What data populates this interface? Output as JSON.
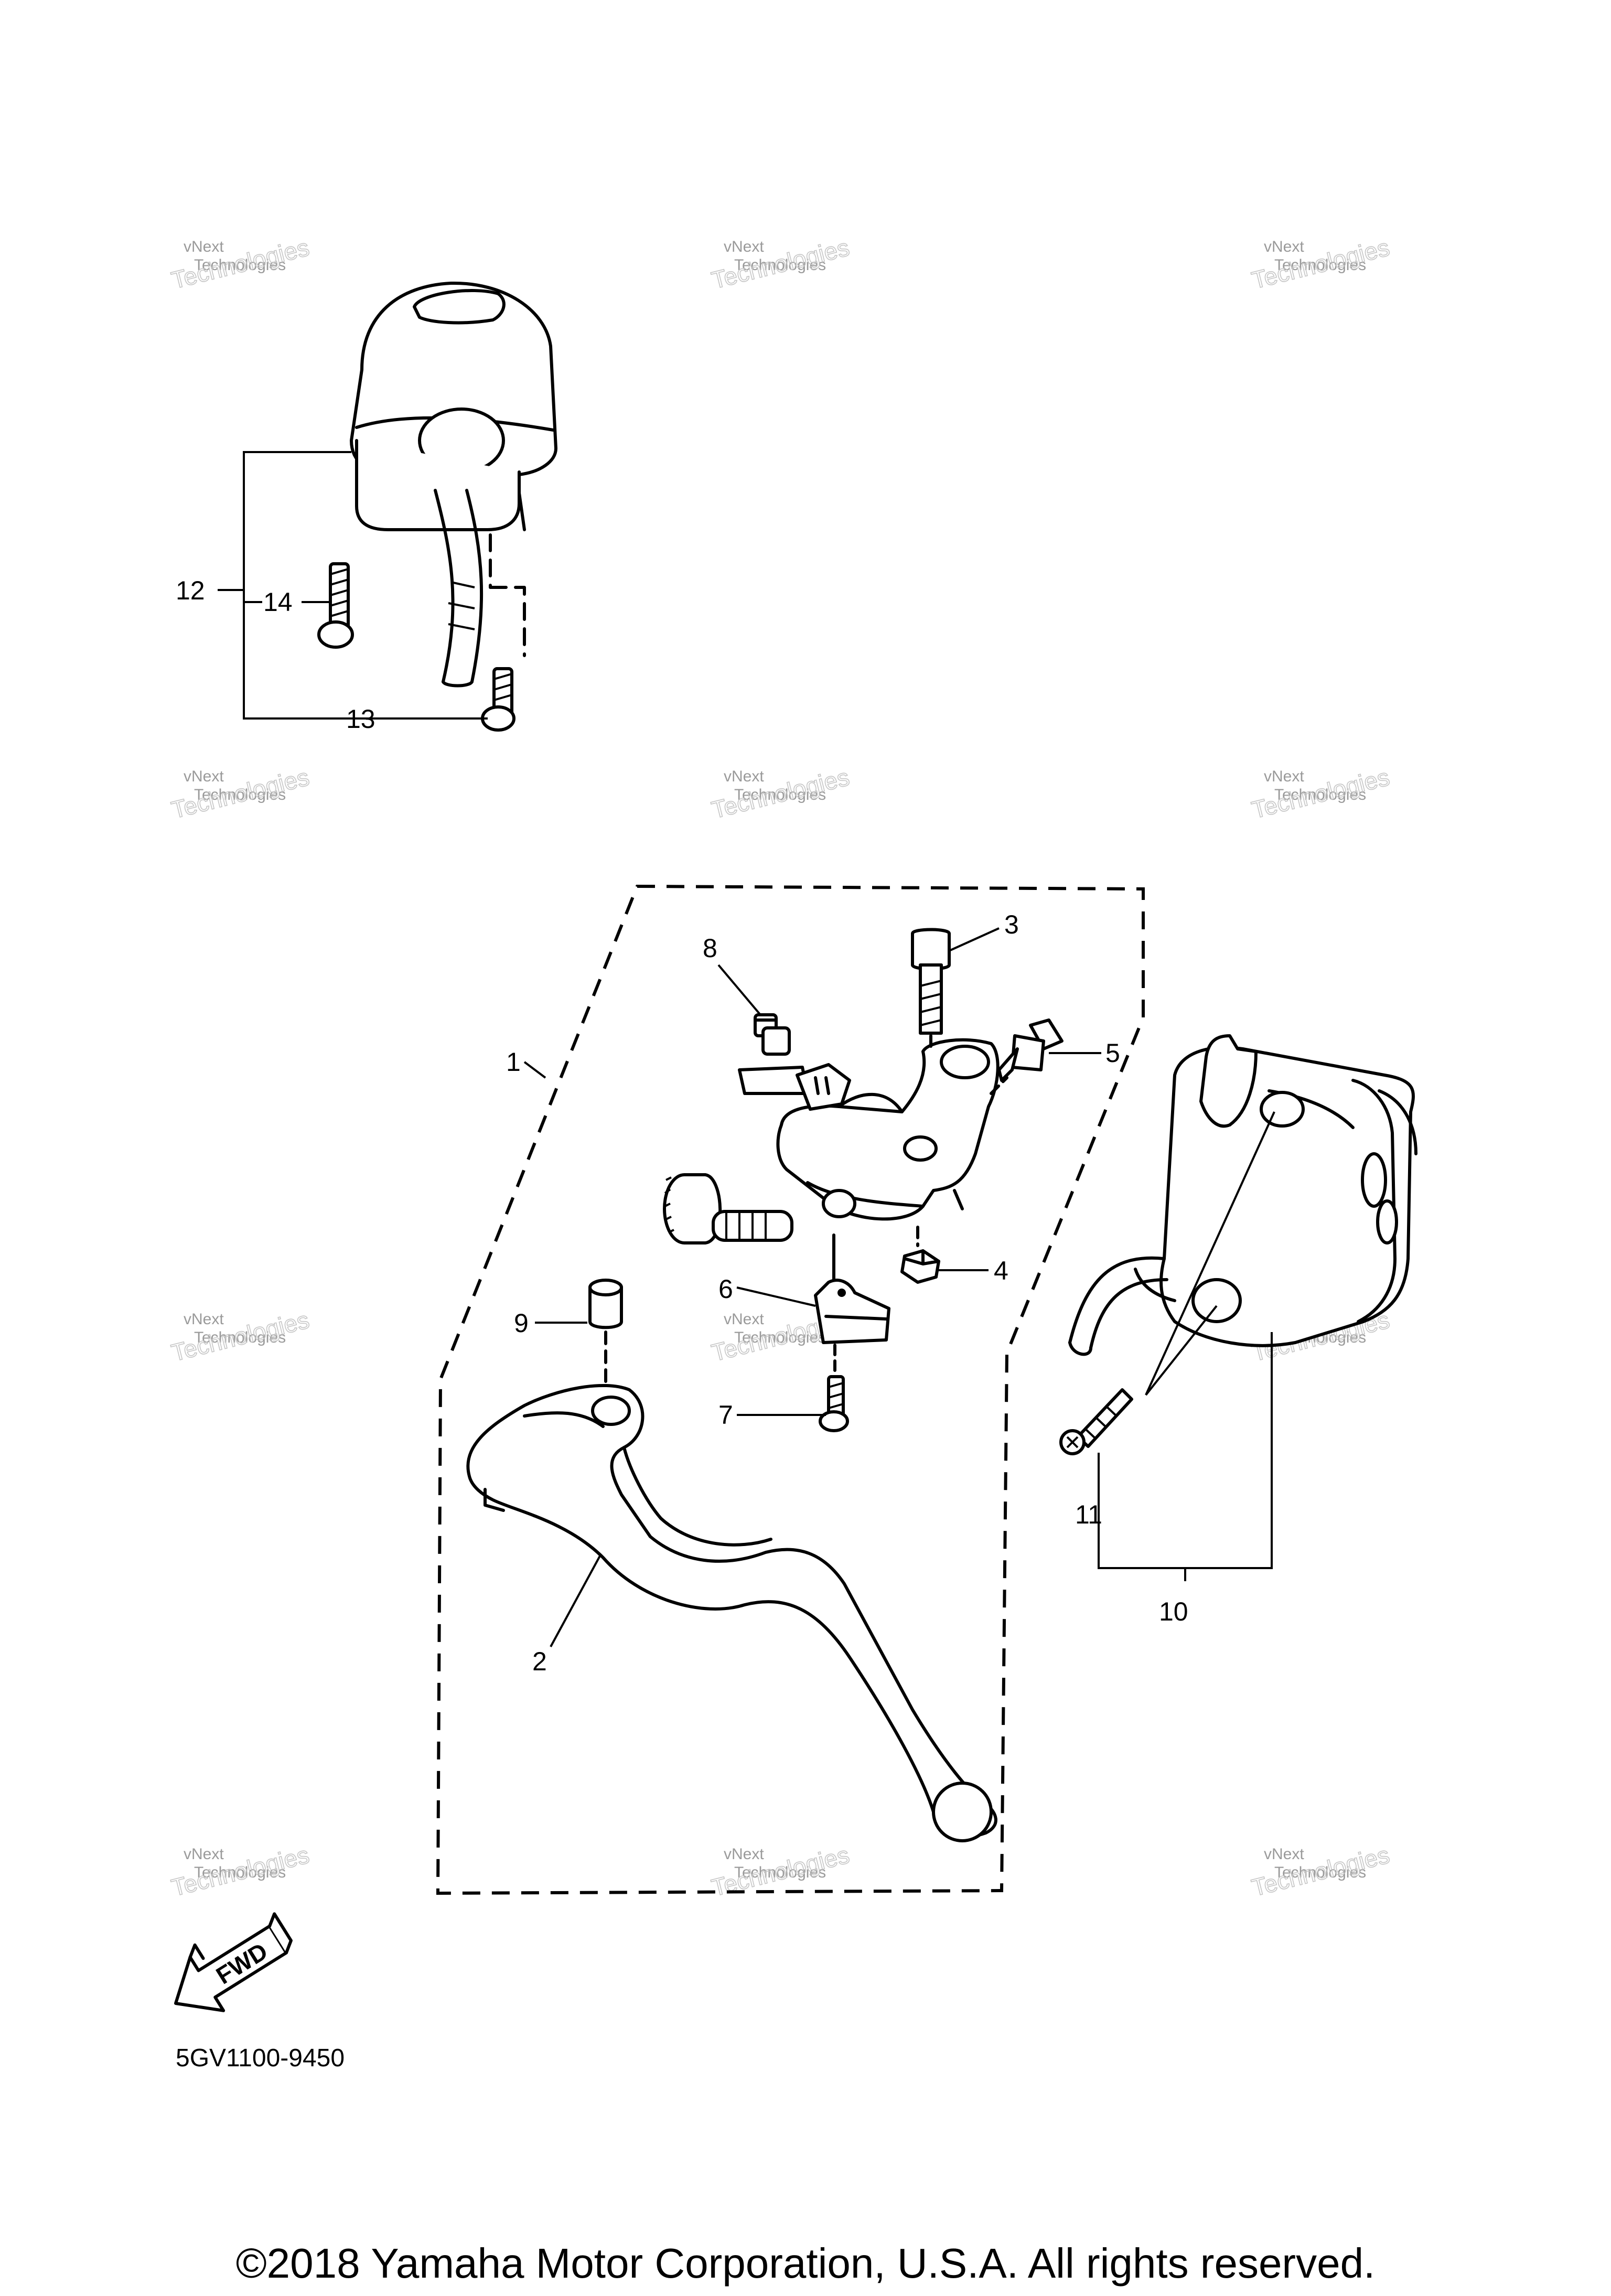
{
  "callouts": {
    "n1": "1",
    "n2": "2",
    "n3": "3",
    "n4": "4",
    "n5": "5",
    "n6": "6",
    "n7": "7",
    "n8": "8",
    "n9": "9",
    "n10": "10",
    "n11": "11",
    "n12": "12",
    "n13": "13",
    "n14": "14"
  },
  "watermark": {
    "line1": "vNext",
    "line2": "Technologies"
  },
  "fwd_label": "FWD",
  "diagram_code": "5GV1100-9450",
  "copyright": "©2018 Yamaha Motor Corporation, U.S.A. All rights reserved."
}
